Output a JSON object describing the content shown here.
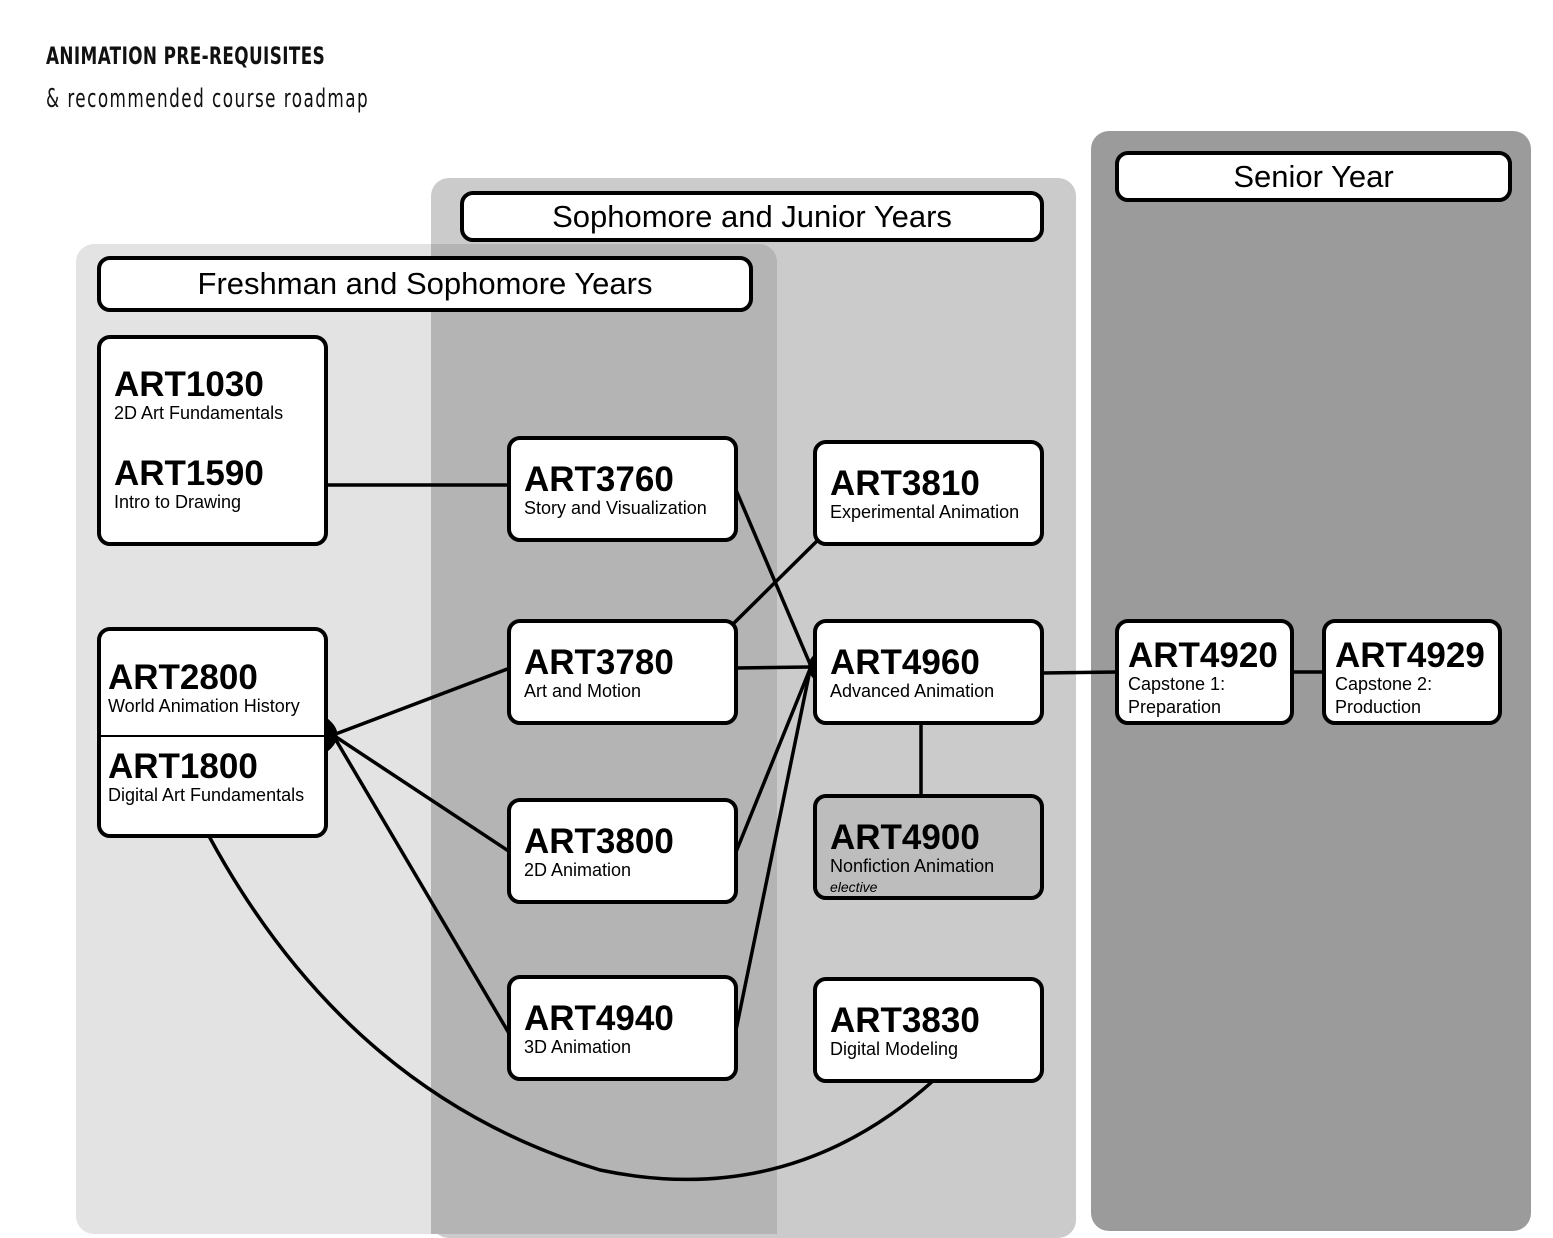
{
  "header": {
    "title": "ANIMATION PRE-REQUISITES",
    "subtitle": "& recommended course roadmap"
  },
  "columns": {
    "freshman": "Freshman and Sophomore Years",
    "sophomore": "Sophomore and Junior Years",
    "senior": "Senior Year"
  },
  "courses": {
    "art1030": {
      "code": "ART1030",
      "name": "2D Art Fundamentals"
    },
    "art1590": {
      "code": "ART1590",
      "name": "Intro to Drawing"
    },
    "art2800": {
      "code": "ART2800",
      "name": "World Animation History"
    },
    "art1800": {
      "code": "ART1800",
      "name": "Digital Art Fundamentals"
    },
    "art3760": {
      "code": "ART3760",
      "name": "Story and Visualization"
    },
    "art3780": {
      "code": "ART3780",
      "name": "Art and Motion"
    },
    "art3800": {
      "code": "ART3800",
      "name": "2D Animation"
    },
    "art4940": {
      "code": "ART4940",
      "name": "3D Animation"
    },
    "art3810": {
      "code": "ART3810",
      "name": "Experimental Animation"
    },
    "art4960": {
      "code": "ART4960",
      "name": "Advanced Animation"
    },
    "art4900": {
      "code": "ART4900",
      "name": "Nonfiction Animation",
      "note": "elective"
    },
    "art3830": {
      "code": "ART3830",
      "name": "Digital Modeling"
    },
    "art4920": {
      "code": "ART4920",
      "name_line1": "Capstone 1:",
      "name_line2": "Preparation"
    },
    "art4929": {
      "code": "ART4929",
      "name_line1": "Capstone 2:",
      "name_line2": "Production"
    }
  },
  "connections": [
    {
      "from": "ART1030 / ART1590",
      "to": "ART3760"
    },
    {
      "from": "ART2800 / ART1800",
      "to": "ART3780"
    },
    {
      "from": "ART2800 / ART1800",
      "to": "ART3800"
    },
    {
      "from": "ART2800 / ART1800",
      "to": "ART4940"
    },
    {
      "from": "ART2800 / ART1800",
      "to": "ART3830"
    },
    {
      "from": "ART3760",
      "to": "ART4960"
    },
    {
      "from": "ART3780",
      "to": "ART4960"
    },
    {
      "from": "ART3800",
      "to": "ART4960"
    },
    {
      "from": "ART4940",
      "to": "ART4960"
    },
    {
      "from": "ART3780",
      "to": "ART3810"
    },
    {
      "from": "ART4960",
      "to": "ART4900"
    },
    {
      "from": "ART4960",
      "to": "ART4920"
    },
    {
      "from": "ART4920",
      "to": "ART4929"
    }
  ]
}
